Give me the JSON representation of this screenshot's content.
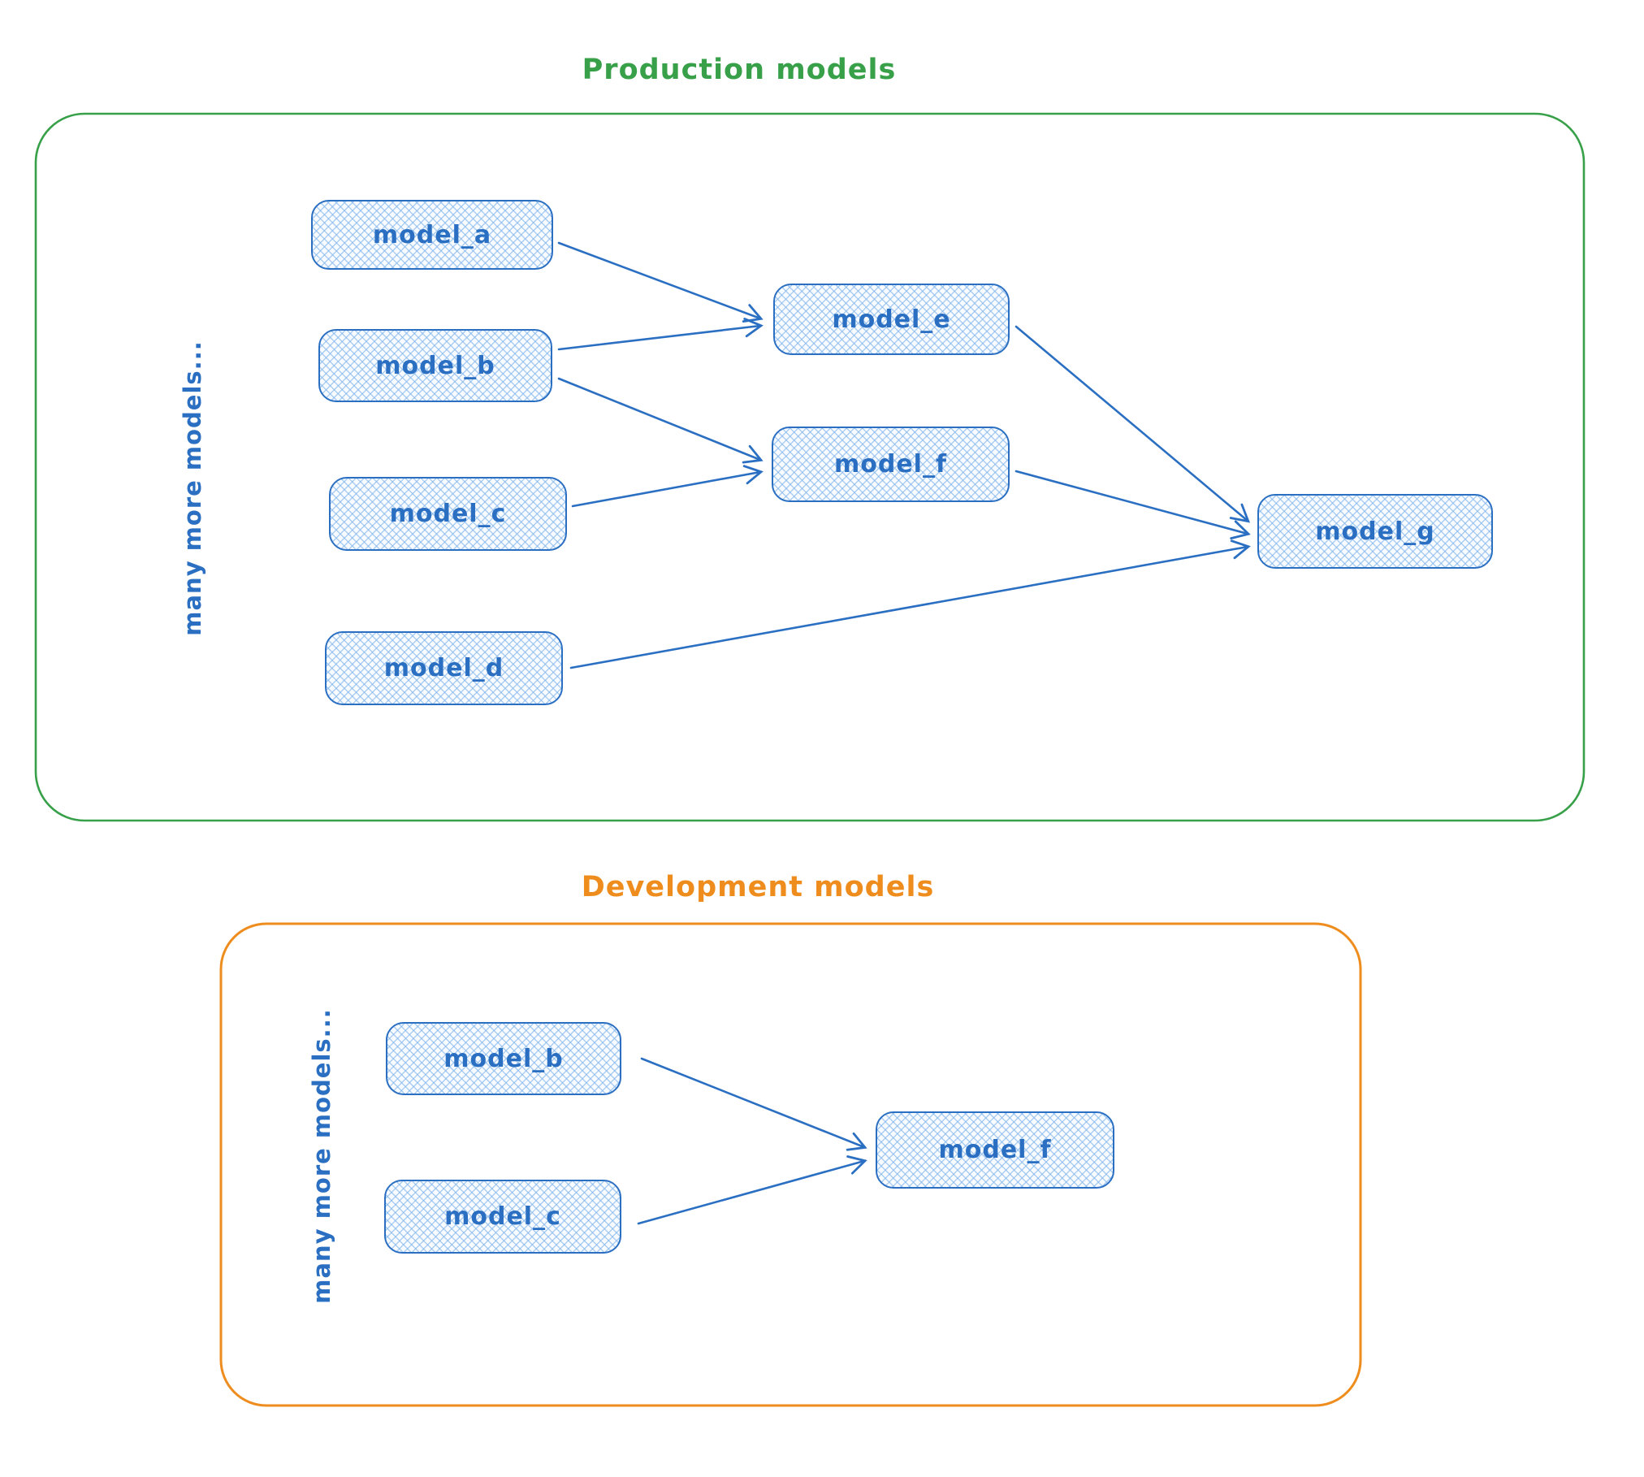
{
  "production": {
    "title": "Production models",
    "side_label": "many more models...",
    "nodes": [
      {
        "id": "model_a",
        "label": "model_a"
      },
      {
        "id": "model_b",
        "label": "model_b"
      },
      {
        "id": "model_c",
        "label": "model_c"
      },
      {
        "id": "model_d",
        "label": "model_d"
      },
      {
        "id": "model_e",
        "label": "model_e"
      },
      {
        "id": "model_f",
        "label": "model_f"
      },
      {
        "id": "model_g",
        "label": "model_g"
      }
    ],
    "edges": [
      {
        "from": "model_a",
        "to": "model_e"
      },
      {
        "from": "model_b",
        "to": "model_e"
      },
      {
        "from": "model_b",
        "to": "model_f"
      },
      {
        "from": "model_c",
        "to": "model_f"
      },
      {
        "from": "model_e",
        "to": "model_g"
      },
      {
        "from": "model_f",
        "to": "model_g"
      },
      {
        "from": "model_d",
        "to": "model_g"
      }
    ]
  },
  "development": {
    "title": "Development models",
    "side_label": "many more models...",
    "nodes": [
      {
        "id": "model_b",
        "label": "model_b"
      },
      {
        "id": "model_c",
        "label": "model_c"
      },
      {
        "id": "model_f",
        "label": "model_f"
      }
    ],
    "edges": [
      {
        "from": "model_b",
        "to": "model_f"
      },
      {
        "from": "model_c",
        "to": "model_f"
      }
    ]
  },
  "colors": {
    "production_border": "#37a049",
    "development_border": "#ee8d1e",
    "node_stroke": "#2b6fc2",
    "node_fill_hatch": "#82b6eb",
    "arrow": "#2b6fc2"
  }
}
